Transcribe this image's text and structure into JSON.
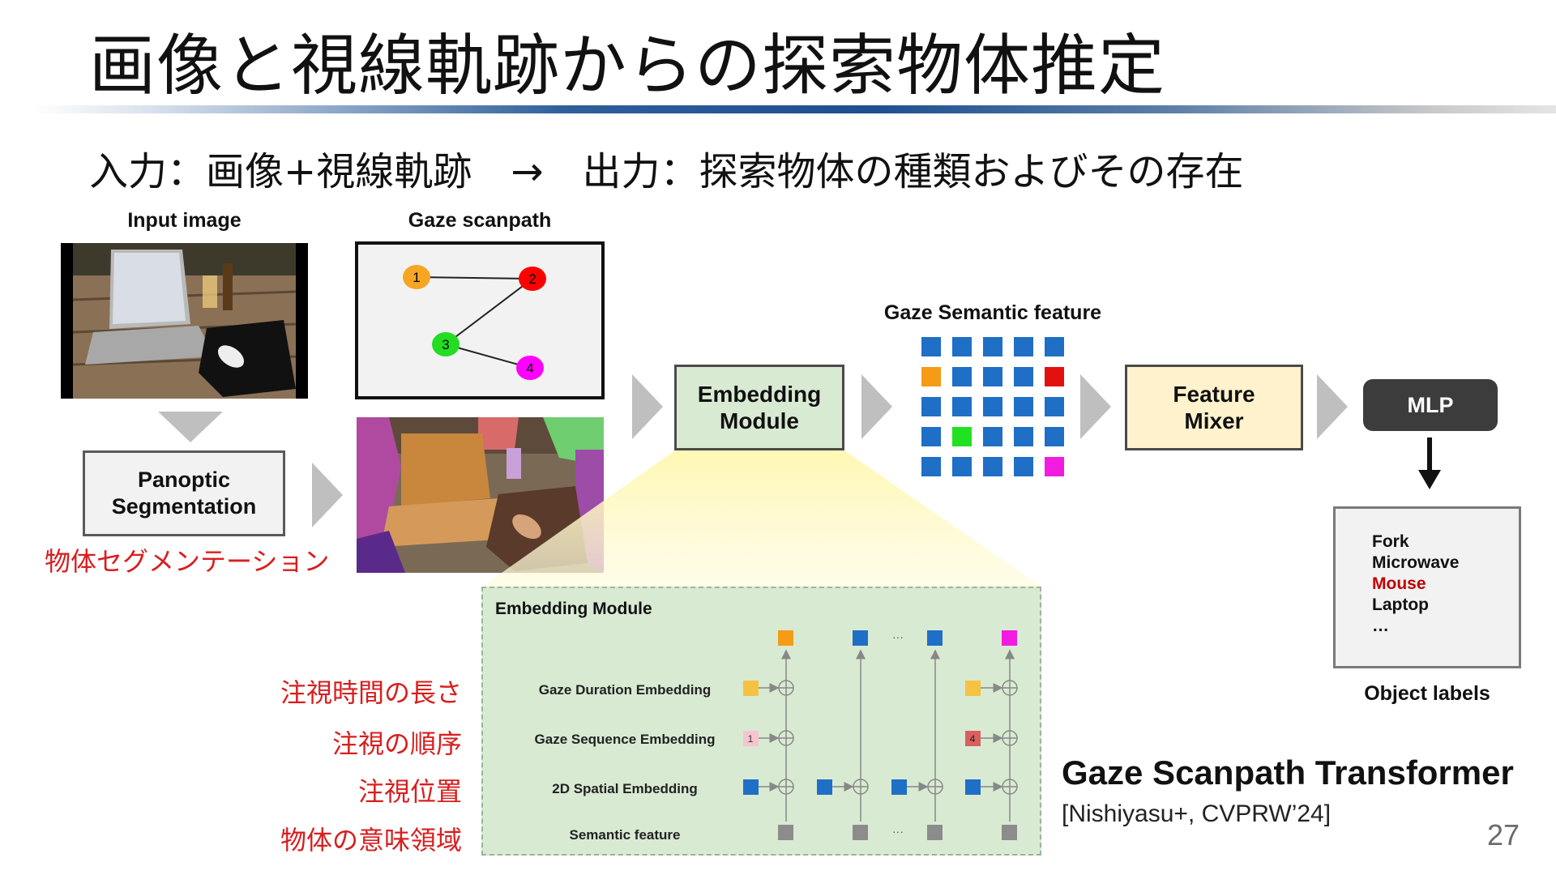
{
  "slide": {
    "title": "画像と視線軌跡からの探索物体推定",
    "subtitle": "入力：画像+視線軌跡　→　出力：探索物体の種類およびその存在",
    "page_number": "27"
  },
  "input": {
    "image_label": "Input image",
    "scanpath_label": "Gaze scanpath",
    "scanpath_points": [
      "1",
      "2",
      "3",
      "4"
    ],
    "scanpath_colors": [
      "#f5a623",
      "#ff0000",
      "#22dd22",
      "#ff00ff"
    ]
  },
  "segmentation": {
    "box_label_line1": "Panoptic",
    "box_label_line2": "Segmentation",
    "jp_note": "物体セグメンテーション"
  },
  "embedding": {
    "box_line1": "Embedding",
    "box_line2": "Module"
  },
  "gaze_semantic": {
    "label": "Gaze Semantic feature",
    "grid_colors": [
      "#1f6fc6",
      "#1f6fc6",
      "#1f6fc6",
      "#1f6fc6",
      "#1f6fc6",
      "#f59b15",
      "#1f6fc6",
      "#1f6fc6",
      "#1f6fc6",
      "#e31010",
      "#1f6fc6",
      "#1f6fc6",
      "#1f6fc6",
      "#1f6fc6",
      "#1f6fc6",
      "#1f6fc6",
      "#22e022",
      "#1f6fc6",
      "#1f6fc6",
      "#1f6fc6",
      "#1f6fc6",
      "#1f6fc6",
      "#1f6fc6",
      "#1f6fc6",
      "#f21be0"
    ]
  },
  "mixer": {
    "line1": "Feature",
    "line2": "Mixer"
  },
  "mlp": {
    "label": "MLP"
  },
  "objects": {
    "items": [
      "Fork",
      "Microwave",
      "Mouse",
      "Laptop",
      "…"
    ],
    "highlight_color": "#c00000",
    "caption": "Object labels"
  },
  "embedding_detail": {
    "title": "Embedding Module",
    "rows": [
      "Gaze Duration Embedding",
      "Gaze Sequence Embedding",
      "2D Spatial Embedding",
      "Semantic feature"
    ],
    "jp_rows": [
      "注視時間の長さ",
      "注視の順序",
      "注視位置",
      "物体の意味領域"
    ],
    "dots": "···",
    "seq_first": "1",
    "seq_last": "4"
  },
  "method": {
    "name": "Gaze Scanpath Transformer",
    "reference": "[Nishiyasu+, CVPRW’24]"
  }
}
